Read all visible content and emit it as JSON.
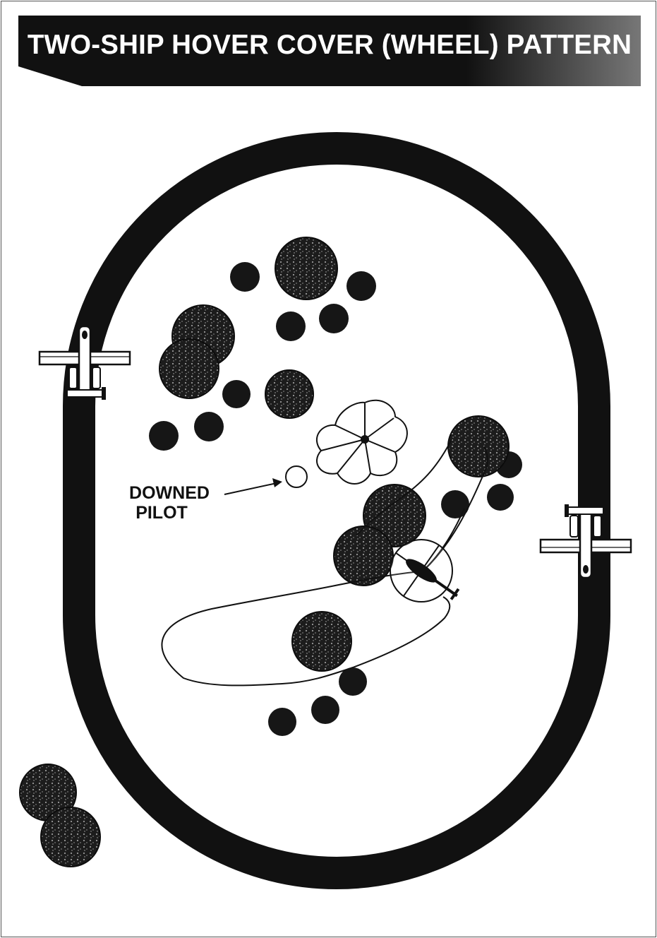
{
  "title": "TWO-SHIP HOVER COVER (WHEEL) PATTERN",
  "labels": {
    "downed_pilot_line1": "DOWNED",
    "downed_pilot_line2": "PILOT"
  },
  "colors": {
    "banner": "#111111",
    "track": "#111111",
    "tree": "#1a1a1a",
    "background": "#ffffff"
  },
  "icons": {
    "aircraft": "a-10-aircraft-icon",
    "helicopter": "helicopter-icon",
    "parachute": "parachute-icon",
    "pilot": "downed-pilot-marker"
  }
}
